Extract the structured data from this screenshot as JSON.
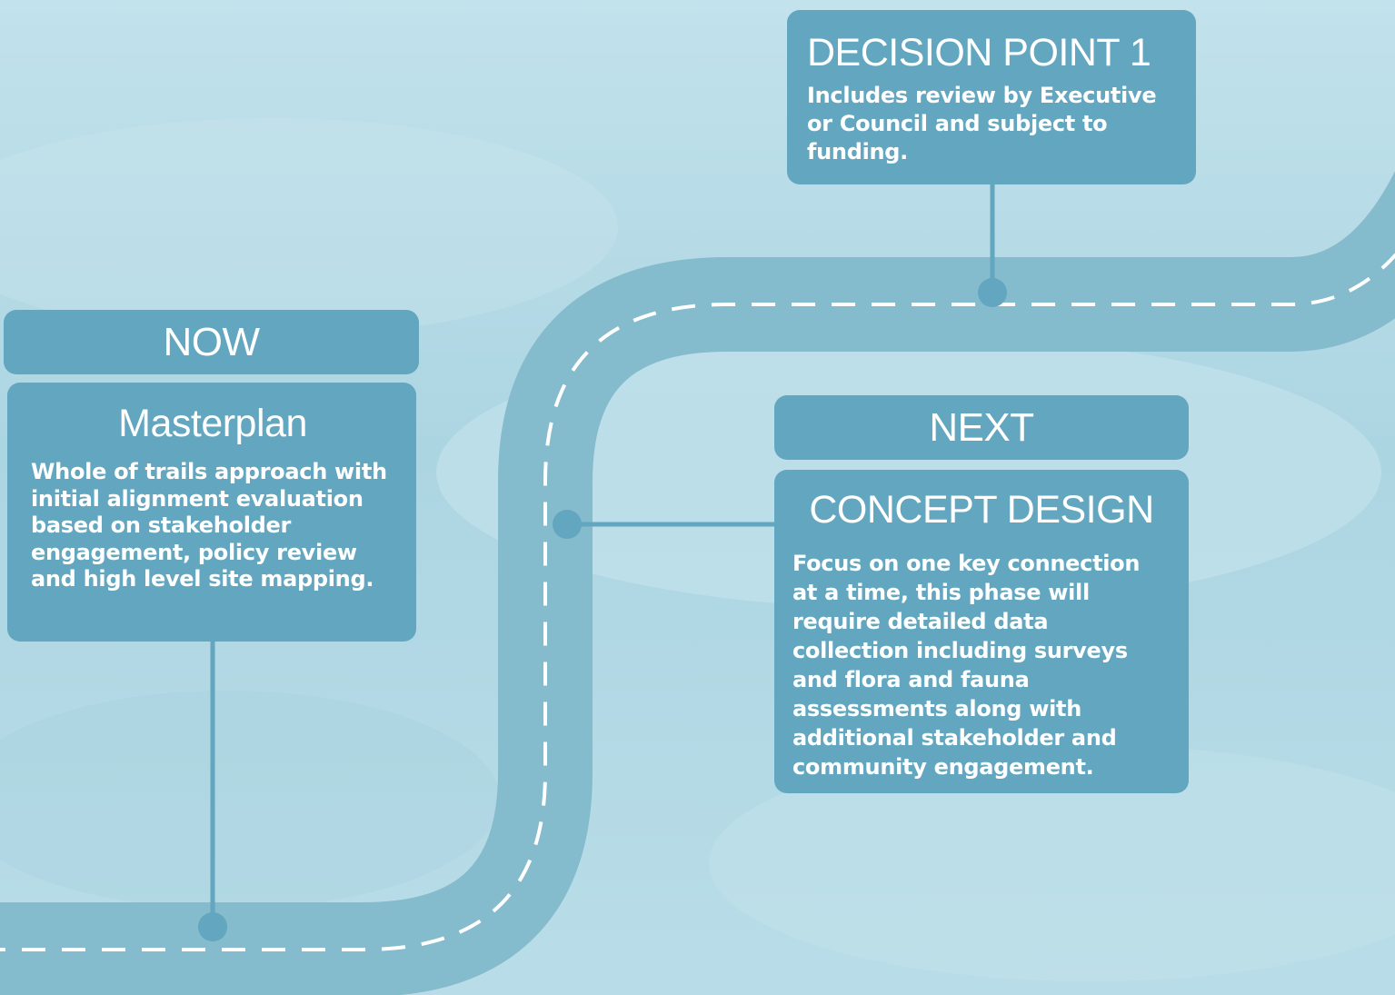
{
  "colors": {
    "background": "#b6dbe6",
    "road": "#84bbcd",
    "card": "#62a6bf",
    "connector": "#62a6bf",
    "text": "#ffffff"
  },
  "decision_point": {
    "title": "DECISION POINT 1",
    "description": "Includes review by Executive or Council and subject to funding."
  },
  "now": {
    "header": "NOW",
    "title": "Masterplan",
    "description": "Whole of trails approach with initial alignment evaluation based on stakeholder engagement, policy review and high level site mapping."
  },
  "next": {
    "header": "NEXT",
    "title": "CONCEPT DESIGN",
    "description": "Focus on one key connection at a time, this phase will require detailed data collection including surveys and flora and fauna assessments along with additional stakeholder and community engagement."
  }
}
